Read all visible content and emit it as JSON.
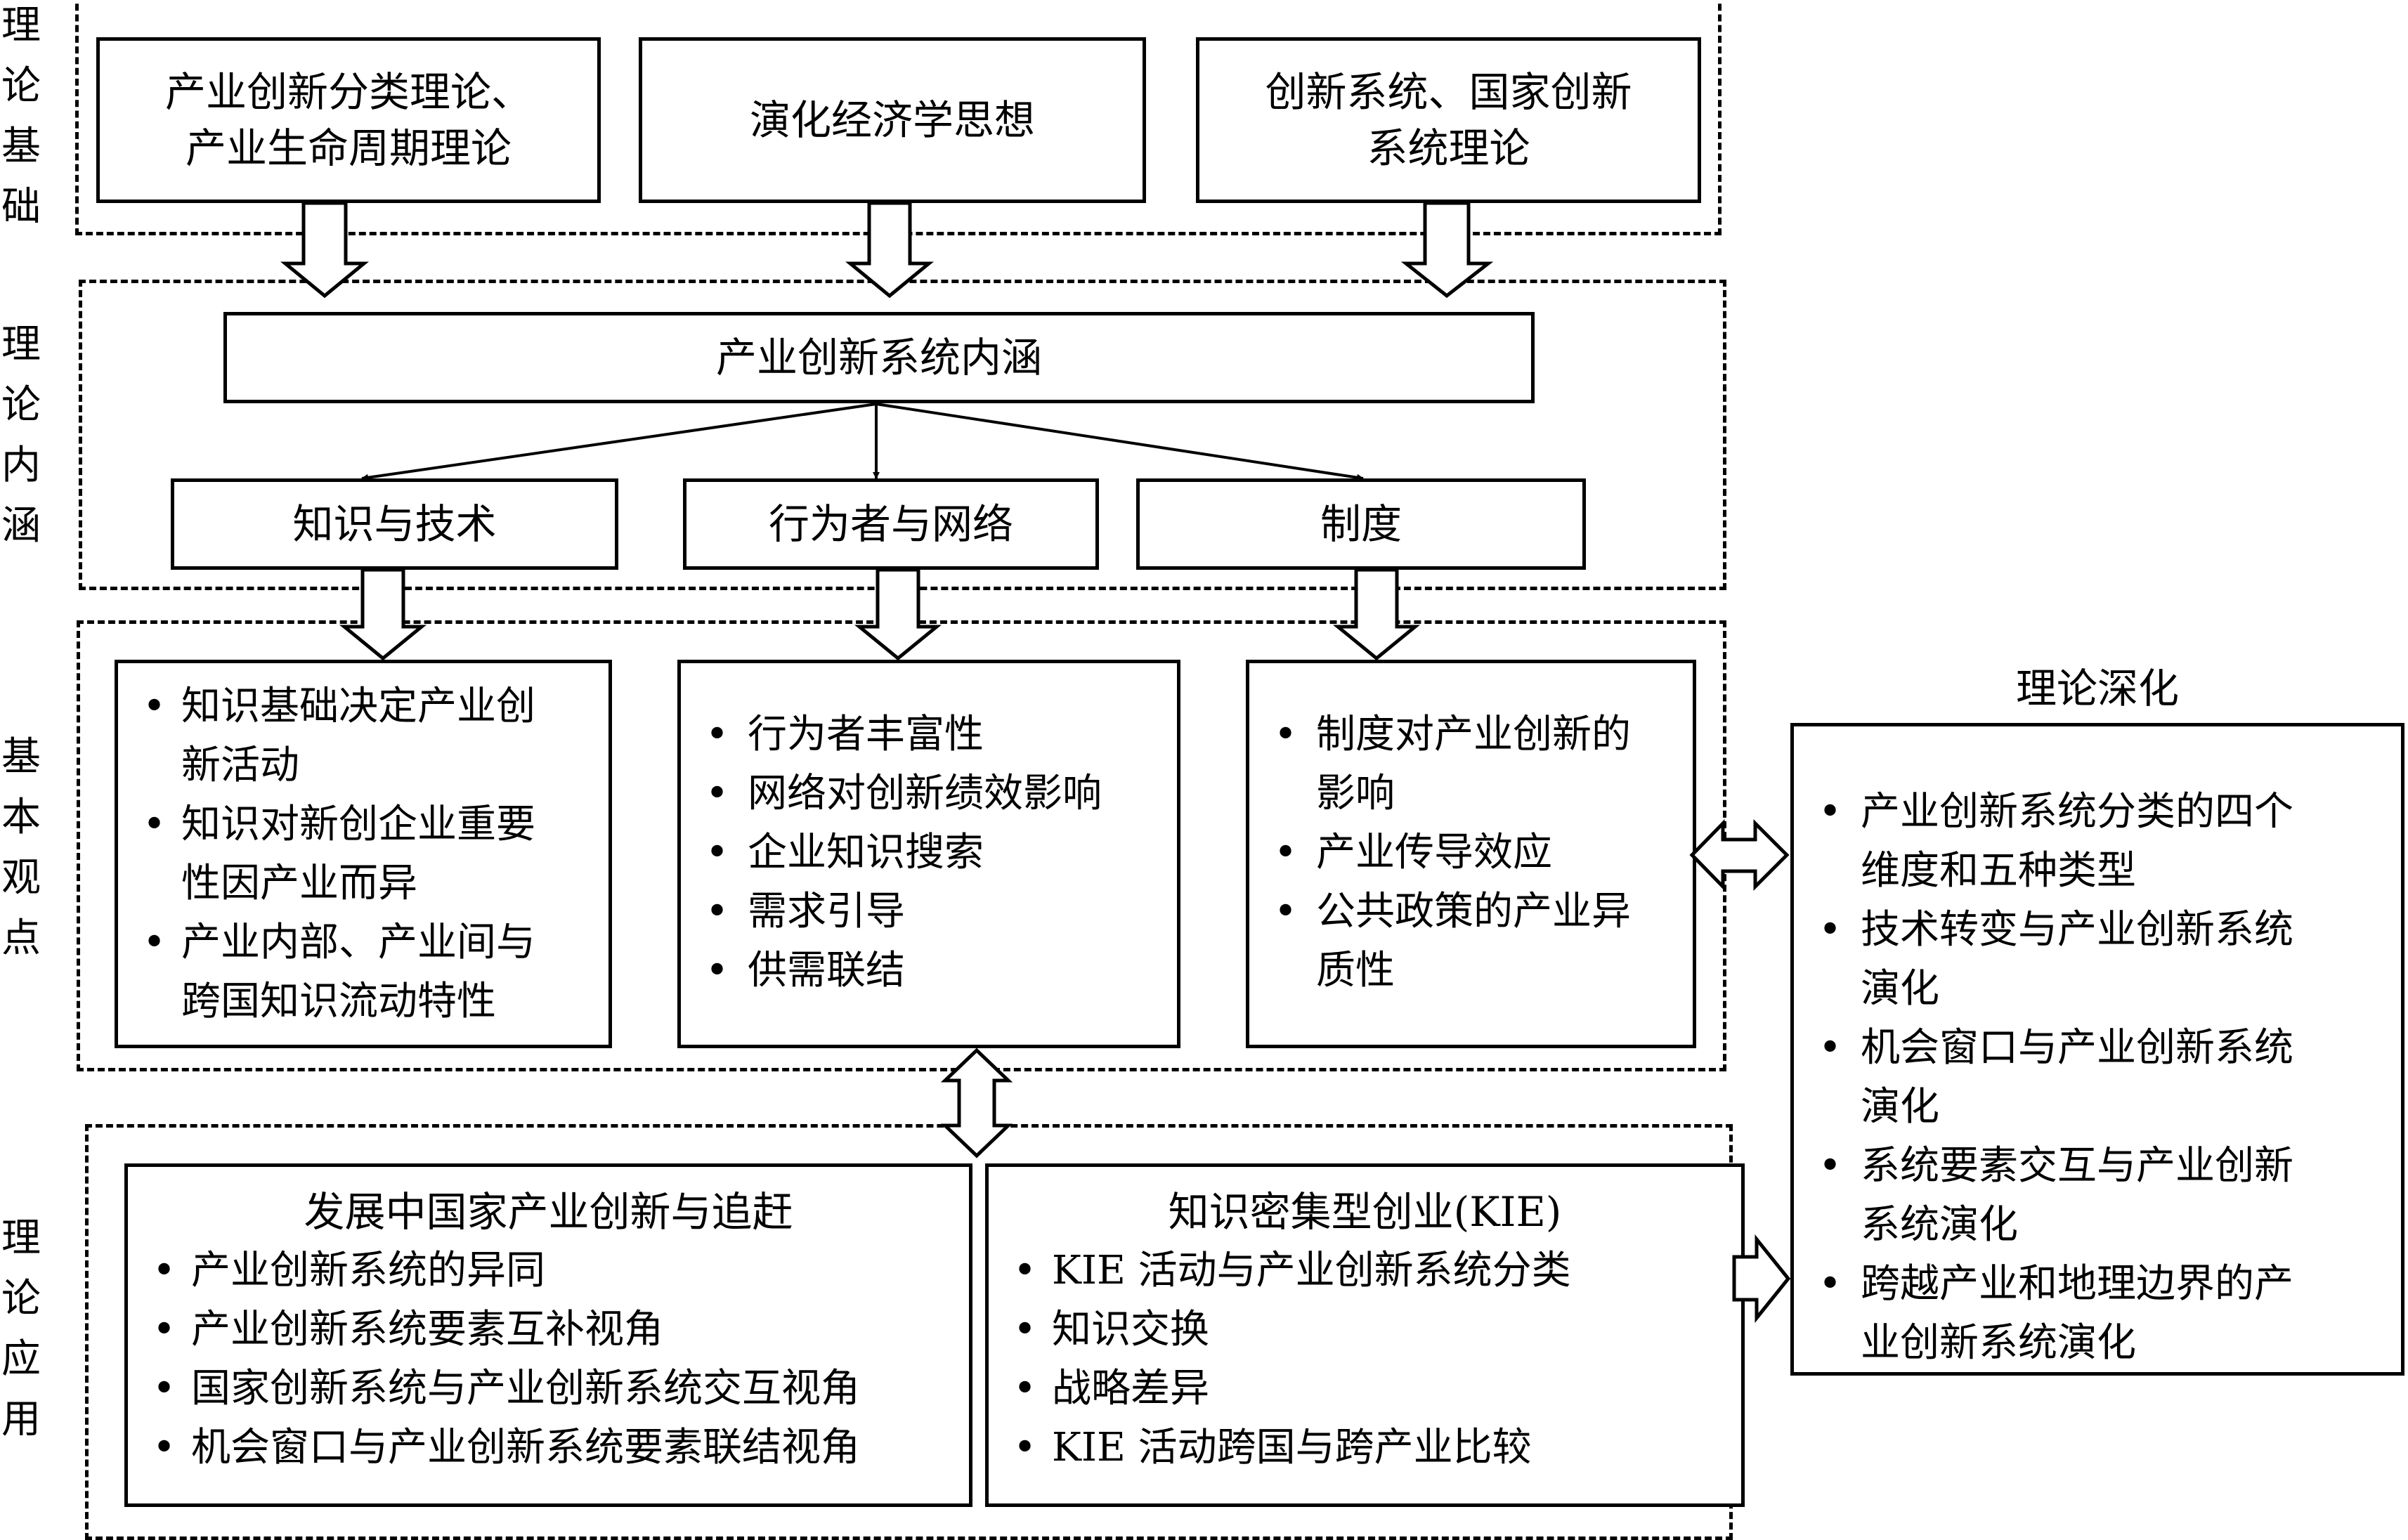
{
  "section_labels": {
    "foundation": "理\n论\n基\n础",
    "connotation": "理\n论\n内\n涵",
    "basic_views": "基\n本\n观\n点",
    "application": "理\n论\n应\n用"
  },
  "foundation_boxes": [
    "产业创新分类理论、\n产业生命周期理论",
    "演化经济学思想",
    "创新系统、国家创新\n系统理论"
  ],
  "connotation": {
    "main": "产业创新系统内涵",
    "sub": [
      "知识与技术",
      "行为者与网络",
      "制度"
    ]
  },
  "basic_views": {
    "knowledge": [
      "知识基础决定产业创\n新活动",
      "知识对新创企业重要\n性因产业而异",
      "产业内部、产业间与\n跨国知识流动特性"
    ],
    "actors": [
      "行为者丰富性",
      "网络对创新绩效影响",
      "企业知识搜索",
      "需求引导",
      "供需联结"
    ],
    "institutions": [
      "制度对产业创新的\n影响",
      "产业传导效应",
      "公共政策的产业异\n质性"
    ]
  },
  "deepening": {
    "title": "理论深化",
    "items": [
      "产业创新系统分类的四个\n维度和五种类型",
      "技术转变与产业创新系统\n演化",
      "机会窗口与产业创新系统\n演化",
      "系统要素交互与产业创新\n系统演化",
      "跨越产业和地理边界的产\n业创新系统演化"
    ]
  },
  "application": {
    "catchup": {
      "title": "发展中国家产业创新与追赶",
      "items": [
        "产业创新系统的异同",
        "产业创新系统要素互补视角",
        "国家创新系统与产业创新系统交互视角",
        "机会窗口与产业创新系统要素联结视角"
      ]
    },
    "kie": {
      "title": "知识密集型创业(KIE)",
      "items": [
        "KIE 活动与产业创新系统分类",
        "知识交换",
        "战略差异",
        "KIE 活动跨国与跨产业比较"
      ]
    }
  }
}
